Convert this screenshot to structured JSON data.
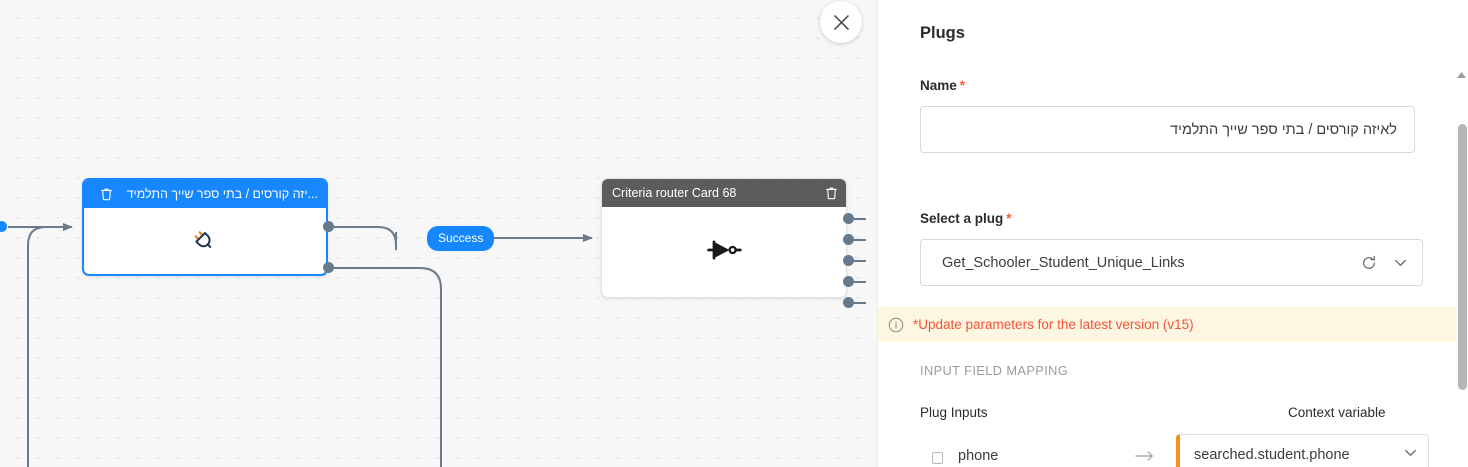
{
  "canvas": {
    "close_button": {
      "icon": "close-icon"
    },
    "nodes": [
      {
        "id": "plug-node",
        "title": "...יזה קורסים / בתי ספר שייך התלמיד",
        "header_color": "#1787ff",
        "body_icon": "plug-icon",
        "selected": true,
        "delete_icon": "trash-icon"
      },
      {
        "id": "criteria-router-node",
        "title": "Criteria router Card 68",
        "header_color": "#5c5c5c",
        "body_icon": "logic-gate-icon",
        "selected": false,
        "delete_icon": "trash-icon"
      }
    ],
    "edge_labels": [
      {
        "label": "Success",
        "color": "#1787ff"
      }
    ]
  },
  "panel": {
    "title": "Plugs",
    "name_field": {
      "label": "Name",
      "required_marker": "*",
      "value": "לאיזה קורסים / בתי ספר שייך התלמיד",
      "placeholder": ""
    },
    "plug_field": {
      "label": "Select a plug",
      "required_marker": "*",
      "value": "Get_Schooler_Student_Unique_Links",
      "refresh_icon": "refresh-icon",
      "chevron_icon": "chevron-down-icon"
    },
    "warning": {
      "icon": "info-icon",
      "text": "*Update parameters for the latest version (v15)",
      "background": "#fdf6e0",
      "text_color": "#f4523b"
    },
    "mapping": {
      "section_label": "INPUT FIELD MAPPING",
      "column_left": "Plug Inputs",
      "column_right": "Context variable",
      "rows": [
        {
          "field": "phone",
          "arrow": "→",
          "context_value": "searched.student.phone",
          "accent_color": "#f5901e",
          "chevron_icon": "chevron-down-icon"
        }
      ]
    },
    "scrollbar": {
      "up_arrow_icon": "triangle-up-icon"
    }
  }
}
